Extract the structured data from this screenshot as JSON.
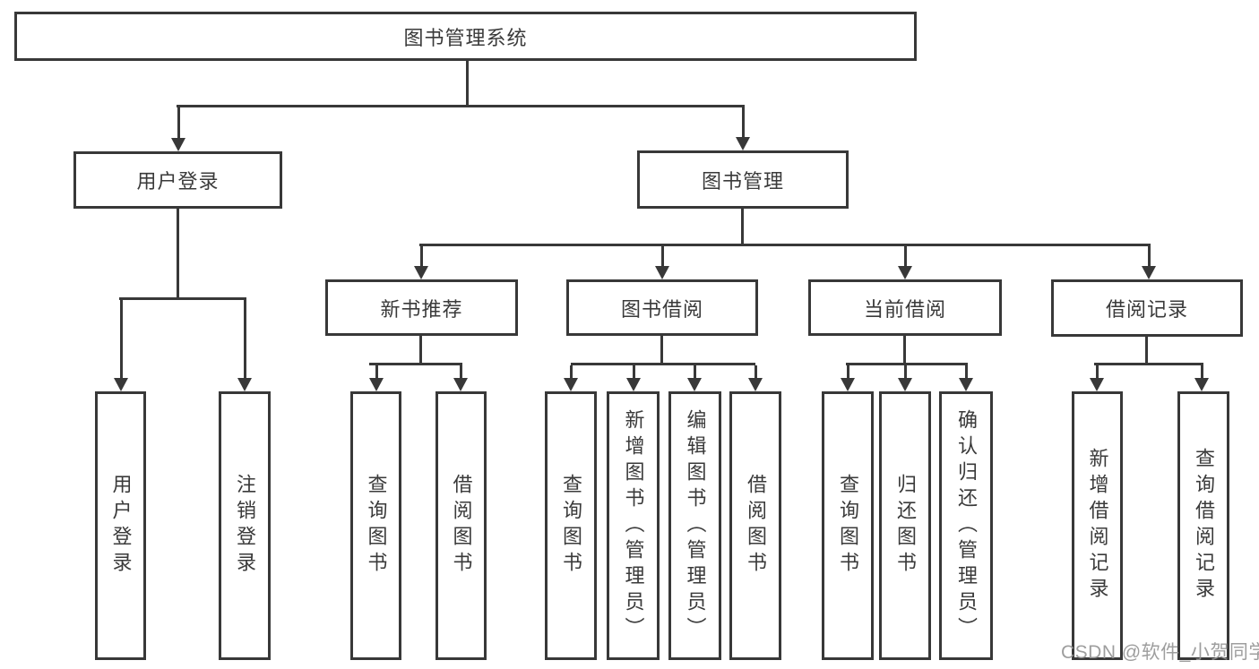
{
  "colors": {
    "line": "#383838",
    "text": "#3a3a3a",
    "background": "#ffffff",
    "watermark": "#969696"
  },
  "watermark": {
    "text": "CSDN @软件_小贺同学"
  },
  "nodes": {
    "root": {
      "label": "图书管理系统"
    },
    "level2": {
      "user_login": {
        "label": "用户登录"
      },
      "book_management": {
        "label": "图书管理"
      }
    },
    "level3": {
      "new_book_recommend": {
        "label": "新书推荐"
      },
      "book_borrow": {
        "label": "图书借阅"
      },
      "current_borrow": {
        "label": "当前借阅"
      },
      "borrow_record": {
        "label": "借阅记录"
      }
    },
    "leaves": {
      "user_login": {
        "label": "用户登录"
      },
      "logout": {
        "label": "注销登录"
      },
      "recommend_query_book": {
        "label": "查询图书"
      },
      "recommend_borrow_book": {
        "label": "借阅图书"
      },
      "borrow_query_book": {
        "label": "查询图书"
      },
      "borrow_add_book": {
        "label": "新增图书（管理员）"
      },
      "borrow_edit_book": {
        "label": "编辑图书（管理员）"
      },
      "borrow_borrow_book": {
        "label": "借阅图书"
      },
      "current_query_book": {
        "label": "查询图书"
      },
      "current_return_book": {
        "label": "归还图书"
      },
      "current_confirm_return": {
        "label": "确认归还（管理员）"
      },
      "record_add": {
        "label": "新增借阅记录"
      },
      "record_query": {
        "label": "查询借阅记录"
      }
    }
  }
}
